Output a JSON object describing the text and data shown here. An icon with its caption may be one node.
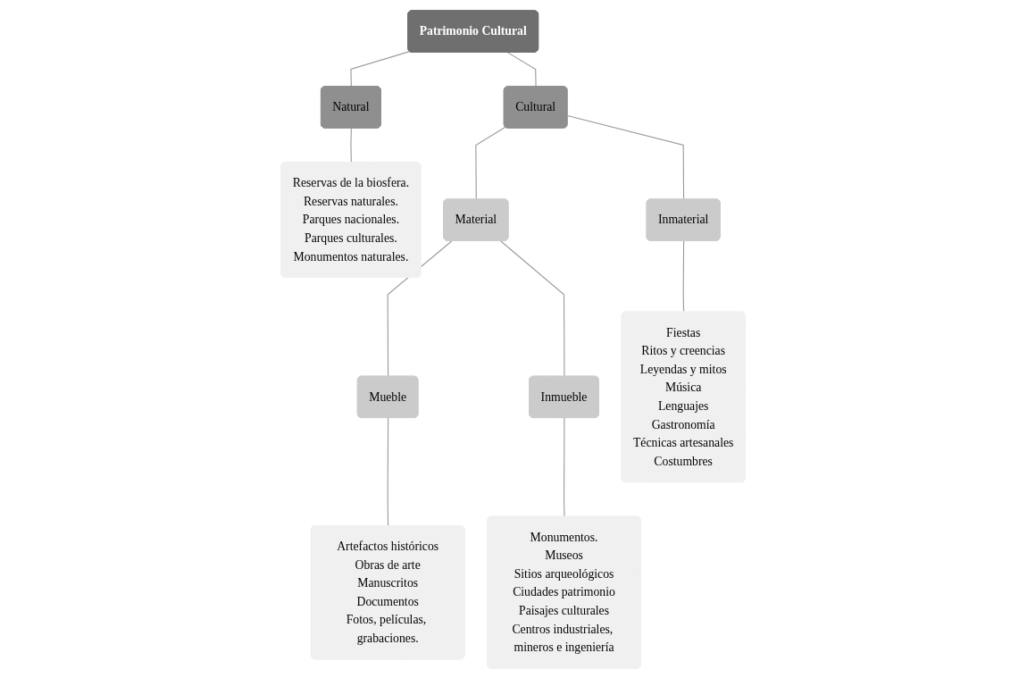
{
  "diagram": {
    "nodes": [
      {
        "text": [
          "Patrimonio Cultural"
        ]
      },
      {
        "text": [
          "Natural"
        ]
      },
      {
        "text": [
          "Cultural"
        ]
      },
      {
        "text": [
          "Reservas de la biosfera.",
          "Reservas naturales.",
          "Parques nacionales.",
          "Parques culturales.",
          "Monumentos naturales."
        ]
      },
      {
        "text": [
          "Material"
        ]
      },
      {
        "text": [
          "Inmaterial"
        ]
      },
      {
        "text": [
          "Mueble"
        ]
      },
      {
        "text": [
          "Inmueble"
        ]
      },
      {
        "text": [
          "Artefactos históricos",
          "Obras de arte",
          "Manuscritos",
          "Documentos",
          "Fotos, películas, grabaciones."
        ]
      },
      {
        "text": [
          "Monumentos.",
          "Museos",
          "Sitios arqueológicos",
          "Ciudades patrimonio",
          "Paisajes culturales",
          "Centros industriales, mineros e ingeniería"
        ]
      },
      {
        "text": [
          "Fiestas",
          "Ritos y creencias",
          "Leyendas y mitos",
          "Música",
          "Lenguajes",
          "Gastronomía",
          "Técnicas artesanales",
          "Costumbres"
        ]
      }
    ],
    "edges": [
      {
        "from": 0,
        "to": 1,
        "arrow": "none"
      },
      {
        "from": 0,
        "to": 2,
        "arrow": "none"
      },
      {
        "from": 1,
        "to": 3,
        "arrow": "none"
      },
      {
        "from": 2,
        "to": 4,
        "arrow": "none"
      },
      {
        "from": 2,
        "to": 5,
        "arrow": "none"
      },
      {
        "from": 4,
        "to": 6,
        "arrow": "none"
      },
      {
        "from": 4,
        "to": 7,
        "arrow": "none"
      },
      {
        "from": 6,
        "to": 8,
        "arrow": "none"
      },
      {
        "from": 7,
        "to": 9,
        "arrow": "none"
      },
      {
        "from": 5,
        "to": 10,
        "arrow": "none"
      }
    ]
  }
}
